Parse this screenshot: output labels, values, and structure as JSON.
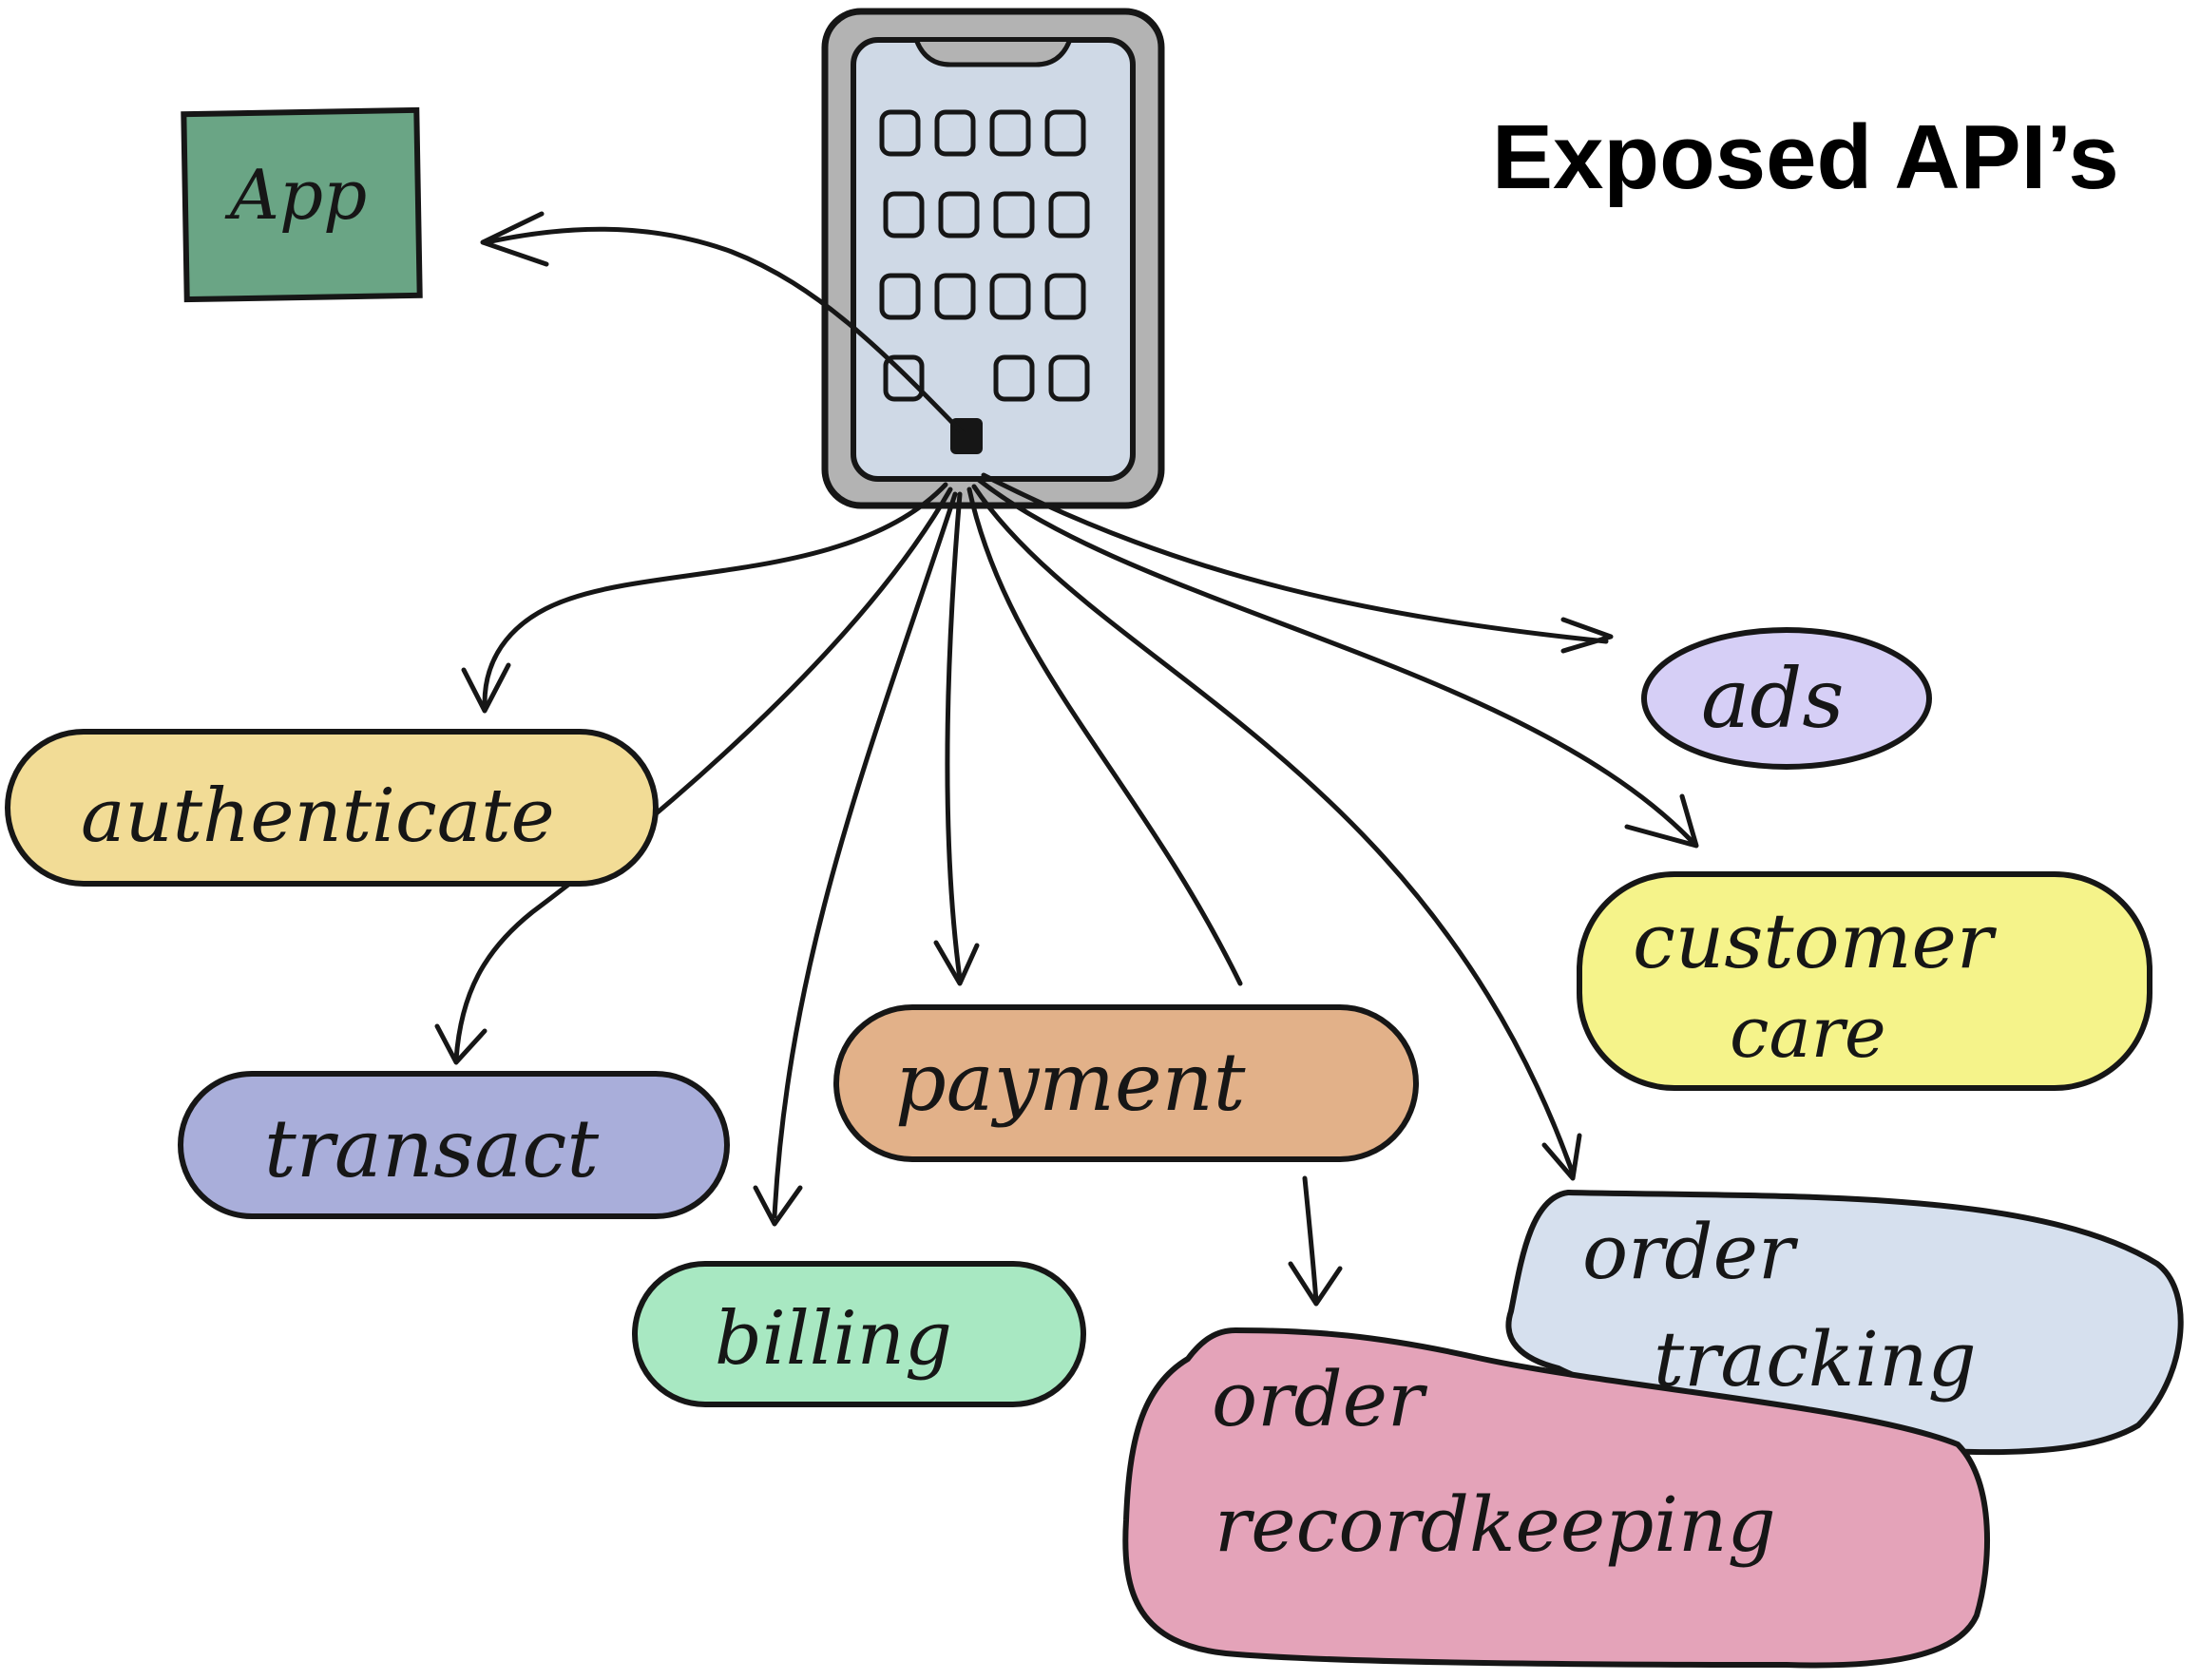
{
  "title": "Exposed API’s",
  "app_label": "App",
  "nodes": [
    {
      "id": "authenticate",
      "label": "authenticate",
      "color": "#f2dc96"
    },
    {
      "id": "transact",
      "label": "transact",
      "color": "#a9aeda"
    },
    {
      "id": "billing",
      "label": "billing",
      "color": "#a8e8c2"
    },
    {
      "id": "payment",
      "label": "payment",
      "color": "#e2b189"
    },
    {
      "id": "order-recordkeeping",
      "label_line1": "order",
      "label_line2": "recordkeeping",
      "color": "#e4a3b9"
    },
    {
      "id": "order-tracking",
      "label_line1": "order",
      "label_line2": "tracking",
      "color": "#d6e0ee"
    },
    {
      "id": "customer-care",
      "label_line1": "customer",
      "label_line2": "care",
      "color": "#f5f38a"
    },
    {
      "id": "ads",
      "label": "ads",
      "color": "#d6cff6"
    }
  ],
  "colors": {
    "app_box": "#6aa585",
    "phone_body": "#b3b3b3",
    "phone_screen": "#cfd9e6",
    "ink": "#161616"
  },
  "icons": [
    "smartphone-icon"
  ]
}
